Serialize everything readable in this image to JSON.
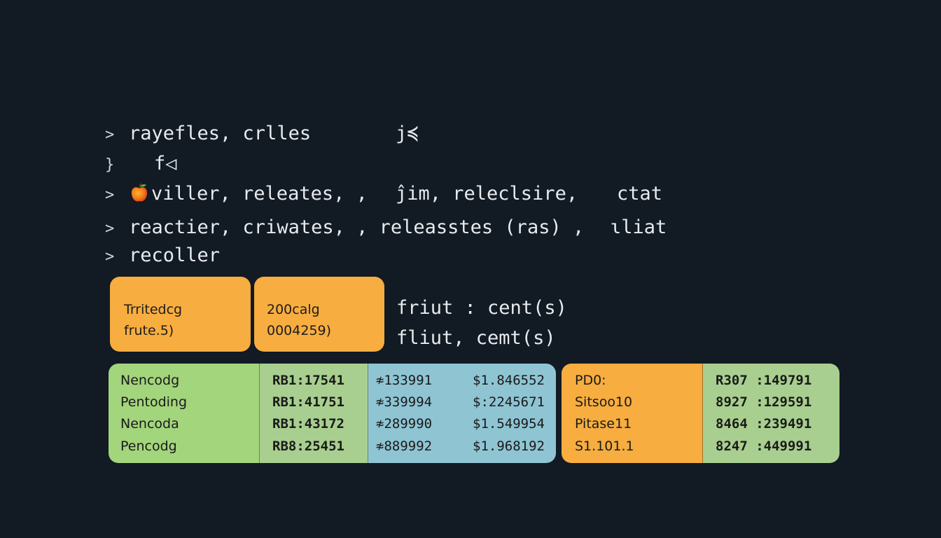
{
  "terminal": {
    "lines": [
      {
        "prompt": ">",
        "parts": [
          "rayefles, crlles",
          "j≼"
        ]
      },
      {
        "prompt": "}",
        "parts": [
          "f◁"
        ]
      },
      {
        "prompt": ">",
        "icon": "apple-icon",
        "parts": [
          "viller, releates, ,",
          "ĵim, releclsire,",
          "ctat"
        ]
      },
      {
        "prompt": ">",
        "parts": [
          "reactier, criwates, , releasstes (ras) ,",
          "ɩliat"
        ]
      },
      {
        "prompt": ">",
        "parts": [
          "recoller"
        ]
      }
    ]
  },
  "boxes": {
    "box1": {
      "line1": "Trritedcg",
      "line2": "frute.5)"
    },
    "box2": {
      "line1": "200calg",
      "line2": "0004259)"
    }
  },
  "side_text": {
    "line1": "friut : cent(s)",
    "line2": "fliut, cemt(s)"
  },
  "table_left": {
    "col1": [
      "Nencodg",
      "Pentoding",
      "Nencoda",
      "Pencodg"
    ],
    "col2": [
      "RB1:17541",
      "RB1:41751",
      "RB1:43172",
      "RB8:25451"
    ],
    "col3a": [
      "≉133991",
      "≉339994",
      "≉289990",
      "≉889992"
    ],
    "col3b": [
      "$1.846552",
      "$:2245671",
      "$1.549954",
      "$1.968192"
    ]
  },
  "table_right": {
    "col1": [
      "PD0:",
      "Sitsoo10",
      "Pitase11",
      "S1.101.1"
    ],
    "col2": [
      "R307 :149791",
      "8927 :129591",
      "8464 :239491",
      "8247 :449991"
    ]
  },
  "colors": {
    "background": "#121a24",
    "orange": "#f7ad3f",
    "green": "#a3d57c",
    "blue": "#8fc4d3",
    "sage": "#a8cf8f"
  }
}
